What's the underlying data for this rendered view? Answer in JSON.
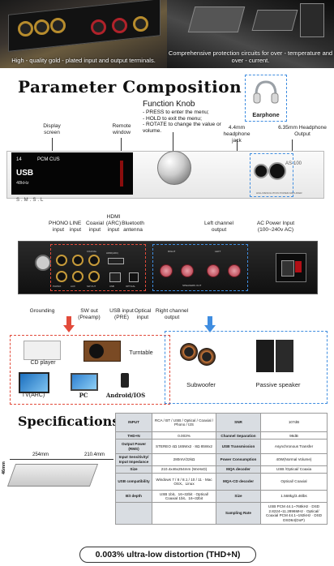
{
  "banner": {
    "left_caption": "High - quality gold - plated input and output terminals.",
    "right_caption": "Comprehensive protection circuits for over - temperature and over - current."
  },
  "title": "Parameter Composition",
  "front": {
    "knob_title": "Function Knob",
    "knob_lines": [
      "- PRESS to enter the menu;",
      "- HOLD to exit the menu;",
      "- ROTATE to change the value or volume."
    ],
    "display_label": "Display screen",
    "remote_label": "Remote window",
    "earphone_label": "Earphone",
    "jack44_label": "4.4mm headphone jack",
    "jack635_label": "6.35mm Headphone Output",
    "screen_line1": "PCM CUS",
    "screen_line2": "USB",
    "screen_line3": "48kHz",
    "screen_icon": "14",
    "panel_brand": "S.M.S.L",
    "panel_model": "AS-100",
    "panel_text": "HIGH RESOLUTION POWER AMPLIFIER"
  },
  "rear": {
    "phono": "PHONO input",
    "line": "LINE input",
    "coaxial": "Coaxial input",
    "hdmi": "HDMI (ARC) input",
    "bluetooth": "Bluetooth antenna",
    "left_out": "Left channel output",
    "ac_power": "AC Power Input (100~240v AC)",
    "grounding": "Grounding",
    "sw_out": "SW out (Preamp)",
    "usb_in": "USB input (PRE)",
    "optical_in": "Optical input",
    "right_out": "Right channel output",
    "panel_labels": {
      "phono": "PHONO",
      "aux": "AUX",
      "coax": "COAXIAL",
      "hdmi": "HDMI(ARC)",
      "usb": "USB",
      "optical": "OPTICAL",
      "right": "RIGHT",
      "left": "LEFT",
      "sw": "SW OUT",
      "speakers": "SPEAKERS OUT"
    }
  },
  "sources": {
    "cd": "CD player",
    "turntable": "Turntable",
    "tv": "TV(ARC)",
    "pc": "PC",
    "android": "Android/IOS"
  },
  "outputs": {
    "subwoofer": "Subwoofer",
    "passive": "Passive speaker"
  },
  "specs": {
    "title": "Specifications",
    "dim_width": "254mm",
    "dim_depth": "210.4mm",
    "dim_height": "46mm",
    "left_rows": [
      {
        "k": "INPUT",
        "v": "RCA / BT / USB / Optical / Coaxial / Phono / I2S"
      },
      {
        "k": "THD+N",
        "v": "0.003%"
      },
      {
        "k": "Output Power (RMS)",
        "v": "STEREO 4Ω 165Wx2 · 8Ω 85Wx2"
      },
      {
        "k": "Input Sensitivity/ Input Impedance",
        "v": "280mV/22kΩ"
      },
      {
        "k": "Size",
        "v": "210.4x46x254mm (WxHxD)"
      },
      {
        "k": "USB compatibility",
        "v": "Windows 7 / 8 / 8.1 / 10 / 11 · Mac OSX、Linux"
      },
      {
        "k": "Bit depth",
        "v": "USB 1bit、16~32bit · Optical/ Coaxial 1bit、16~32bit"
      }
    ],
    "right_rows": [
      {
        "k": "SNR",
        "v": "107dB"
      },
      {
        "k": "Channel Separation",
        "v": "98dB"
      },
      {
        "k": "USB Transmission",
        "v": "Asynchronous Transfer"
      },
      {
        "k": "Power Consumption",
        "v": "40W(Normal Volume)"
      },
      {
        "k": "MQA decoder",
        "v": "USB /Optical/ Coaxia"
      },
      {
        "k": "MQA-CD decoder",
        "v": "Optical/ Coaxial"
      },
      {
        "k": "Size",
        "v": "1.568kg/3.46lbs"
      },
      {
        "k": "Sampling Rate",
        "v": "USB PCM 44.1~768kHz · DSD 2.8224~11.2896MHz · Optical/ Coaxial PCM 44.1~192kHz · DSD DSD64(DoP)"
      }
    ]
  },
  "footer": "0.003% ultra-low distortion (THD+N)"
}
